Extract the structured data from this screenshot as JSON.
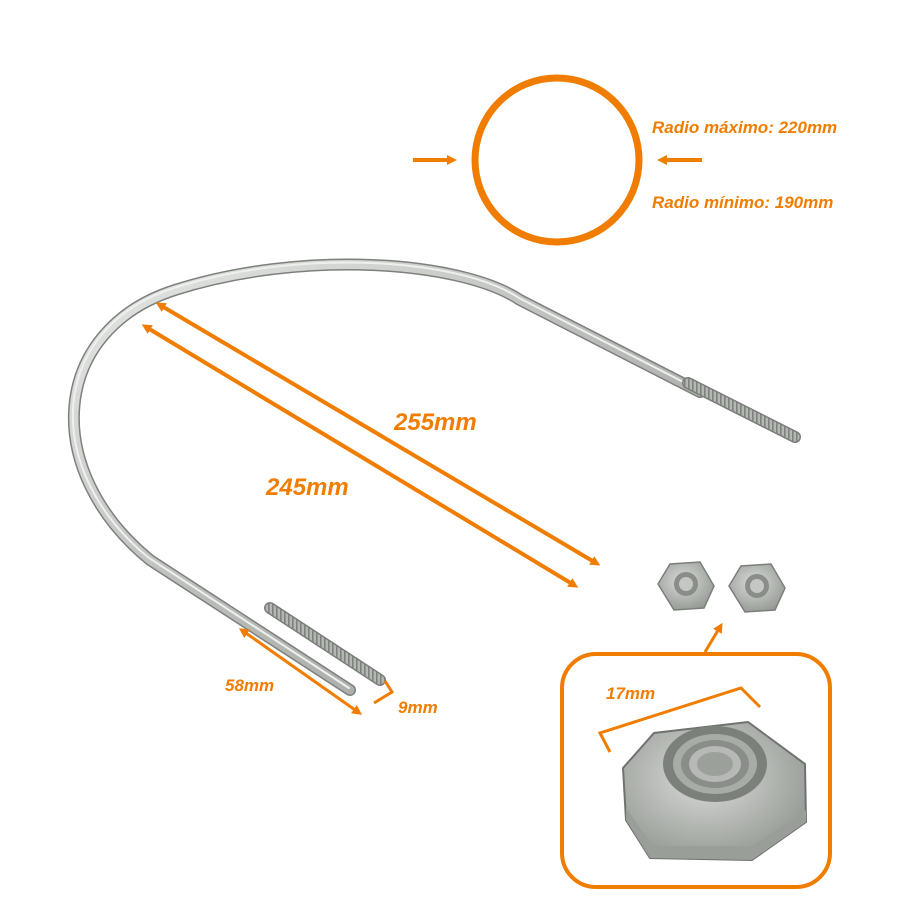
{
  "colors": {
    "accent": "#f07d00",
    "background": "#ffffff",
    "steel": "#c9ccc8",
    "steel_dark": "#8d918c"
  },
  "radius": {
    "max_label": "Radio máximo: 220mm",
    "min_label": "Radio mínimo: 190mm"
  },
  "dimensions": {
    "outer_length": "255mm",
    "inner_length": "245mm",
    "thread_length": "58mm",
    "rod_diameter": "9mm",
    "nut_width": "17mm"
  },
  "icons": [
    "u-bolt-image",
    "hex-nut-icon",
    "circle-icon",
    "arrow-icon"
  ]
}
